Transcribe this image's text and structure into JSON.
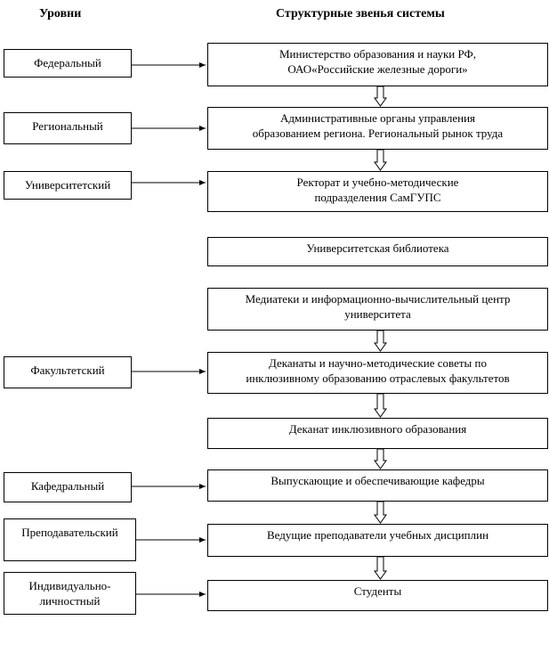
{
  "headers": {
    "levels": "Уровни",
    "links": "Структурные звенья системы"
  },
  "levels": [
    "Федеральный",
    "Региональный",
    "Университетский",
    "Факультетский",
    "Кафедральный",
    "Преподавательский",
    "Индивидуально-\nличностный"
  ],
  "links": [
    "Министерство образования и науки РФ,\nОАО«Российские  железные дороги»",
    "Административные органы управления\nобразованием региона.  Региональный рынок труда",
    "Ректорат и учебно-методические\nподразделения СамГУПС",
    "Университетская библиотека",
    "Медиатеки и информационно-вычислительный  центр\nуниверситета",
    "Деканаты и научно-методические советы по\nинклюзивному  образованию отраслевых факультетов",
    "Деканат инклюзивного  образования",
    "Выпускающие и обеспечивающие кафедры",
    "Ведущие преподаватели учебных дисциплин",
    "Студенты"
  ]
}
